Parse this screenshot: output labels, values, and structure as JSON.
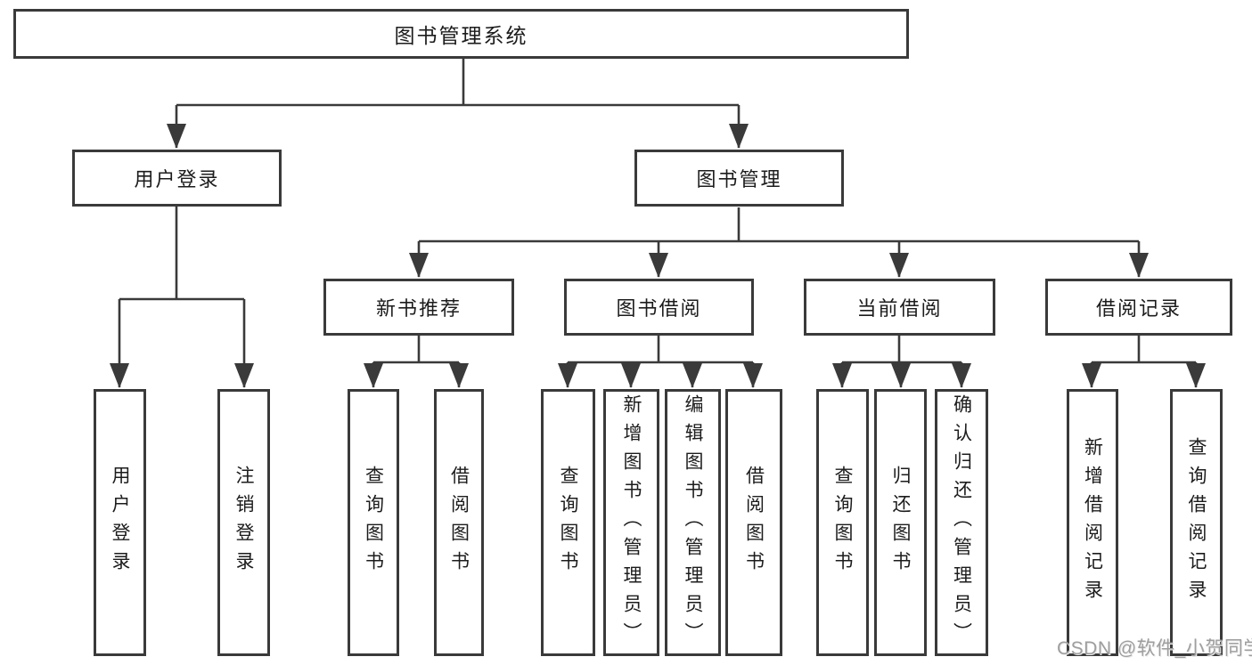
{
  "watermark": "CSDN @软件_小贺同学",
  "colors": {
    "line": "#3a3a3a",
    "box_border": "#3a3a3a",
    "text": "#1c1c1c",
    "watermark": "#9e9e9e",
    "background": "#ffffff"
  },
  "diagram": {
    "type": "hierarchy-tree",
    "root": "图书管理系统",
    "branches": [
      {
        "label": "用户登录",
        "leaves": [
          "用户登录",
          "注销登录"
        ]
      },
      {
        "label": "图书管理",
        "sections": [
          {
            "label": "新书推荐",
            "leaves": [
              "查询图书",
              "借阅图书"
            ]
          },
          {
            "label": "图书借阅",
            "leaves": [
              "查询图书",
              "新增图书（管理员）",
              "编辑图书（管理员）",
              "借阅图书"
            ]
          },
          {
            "label": "当前借阅",
            "leaves": [
              "查询图书",
              "归还图书",
              "确认归还（管理员）"
            ]
          },
          {
            "label": "借阅记录",
            "leaves": [
              "新增借阅记录",
              "查询借阅记录"
            ]
          }
        ]
      }
    ]
  }
}
